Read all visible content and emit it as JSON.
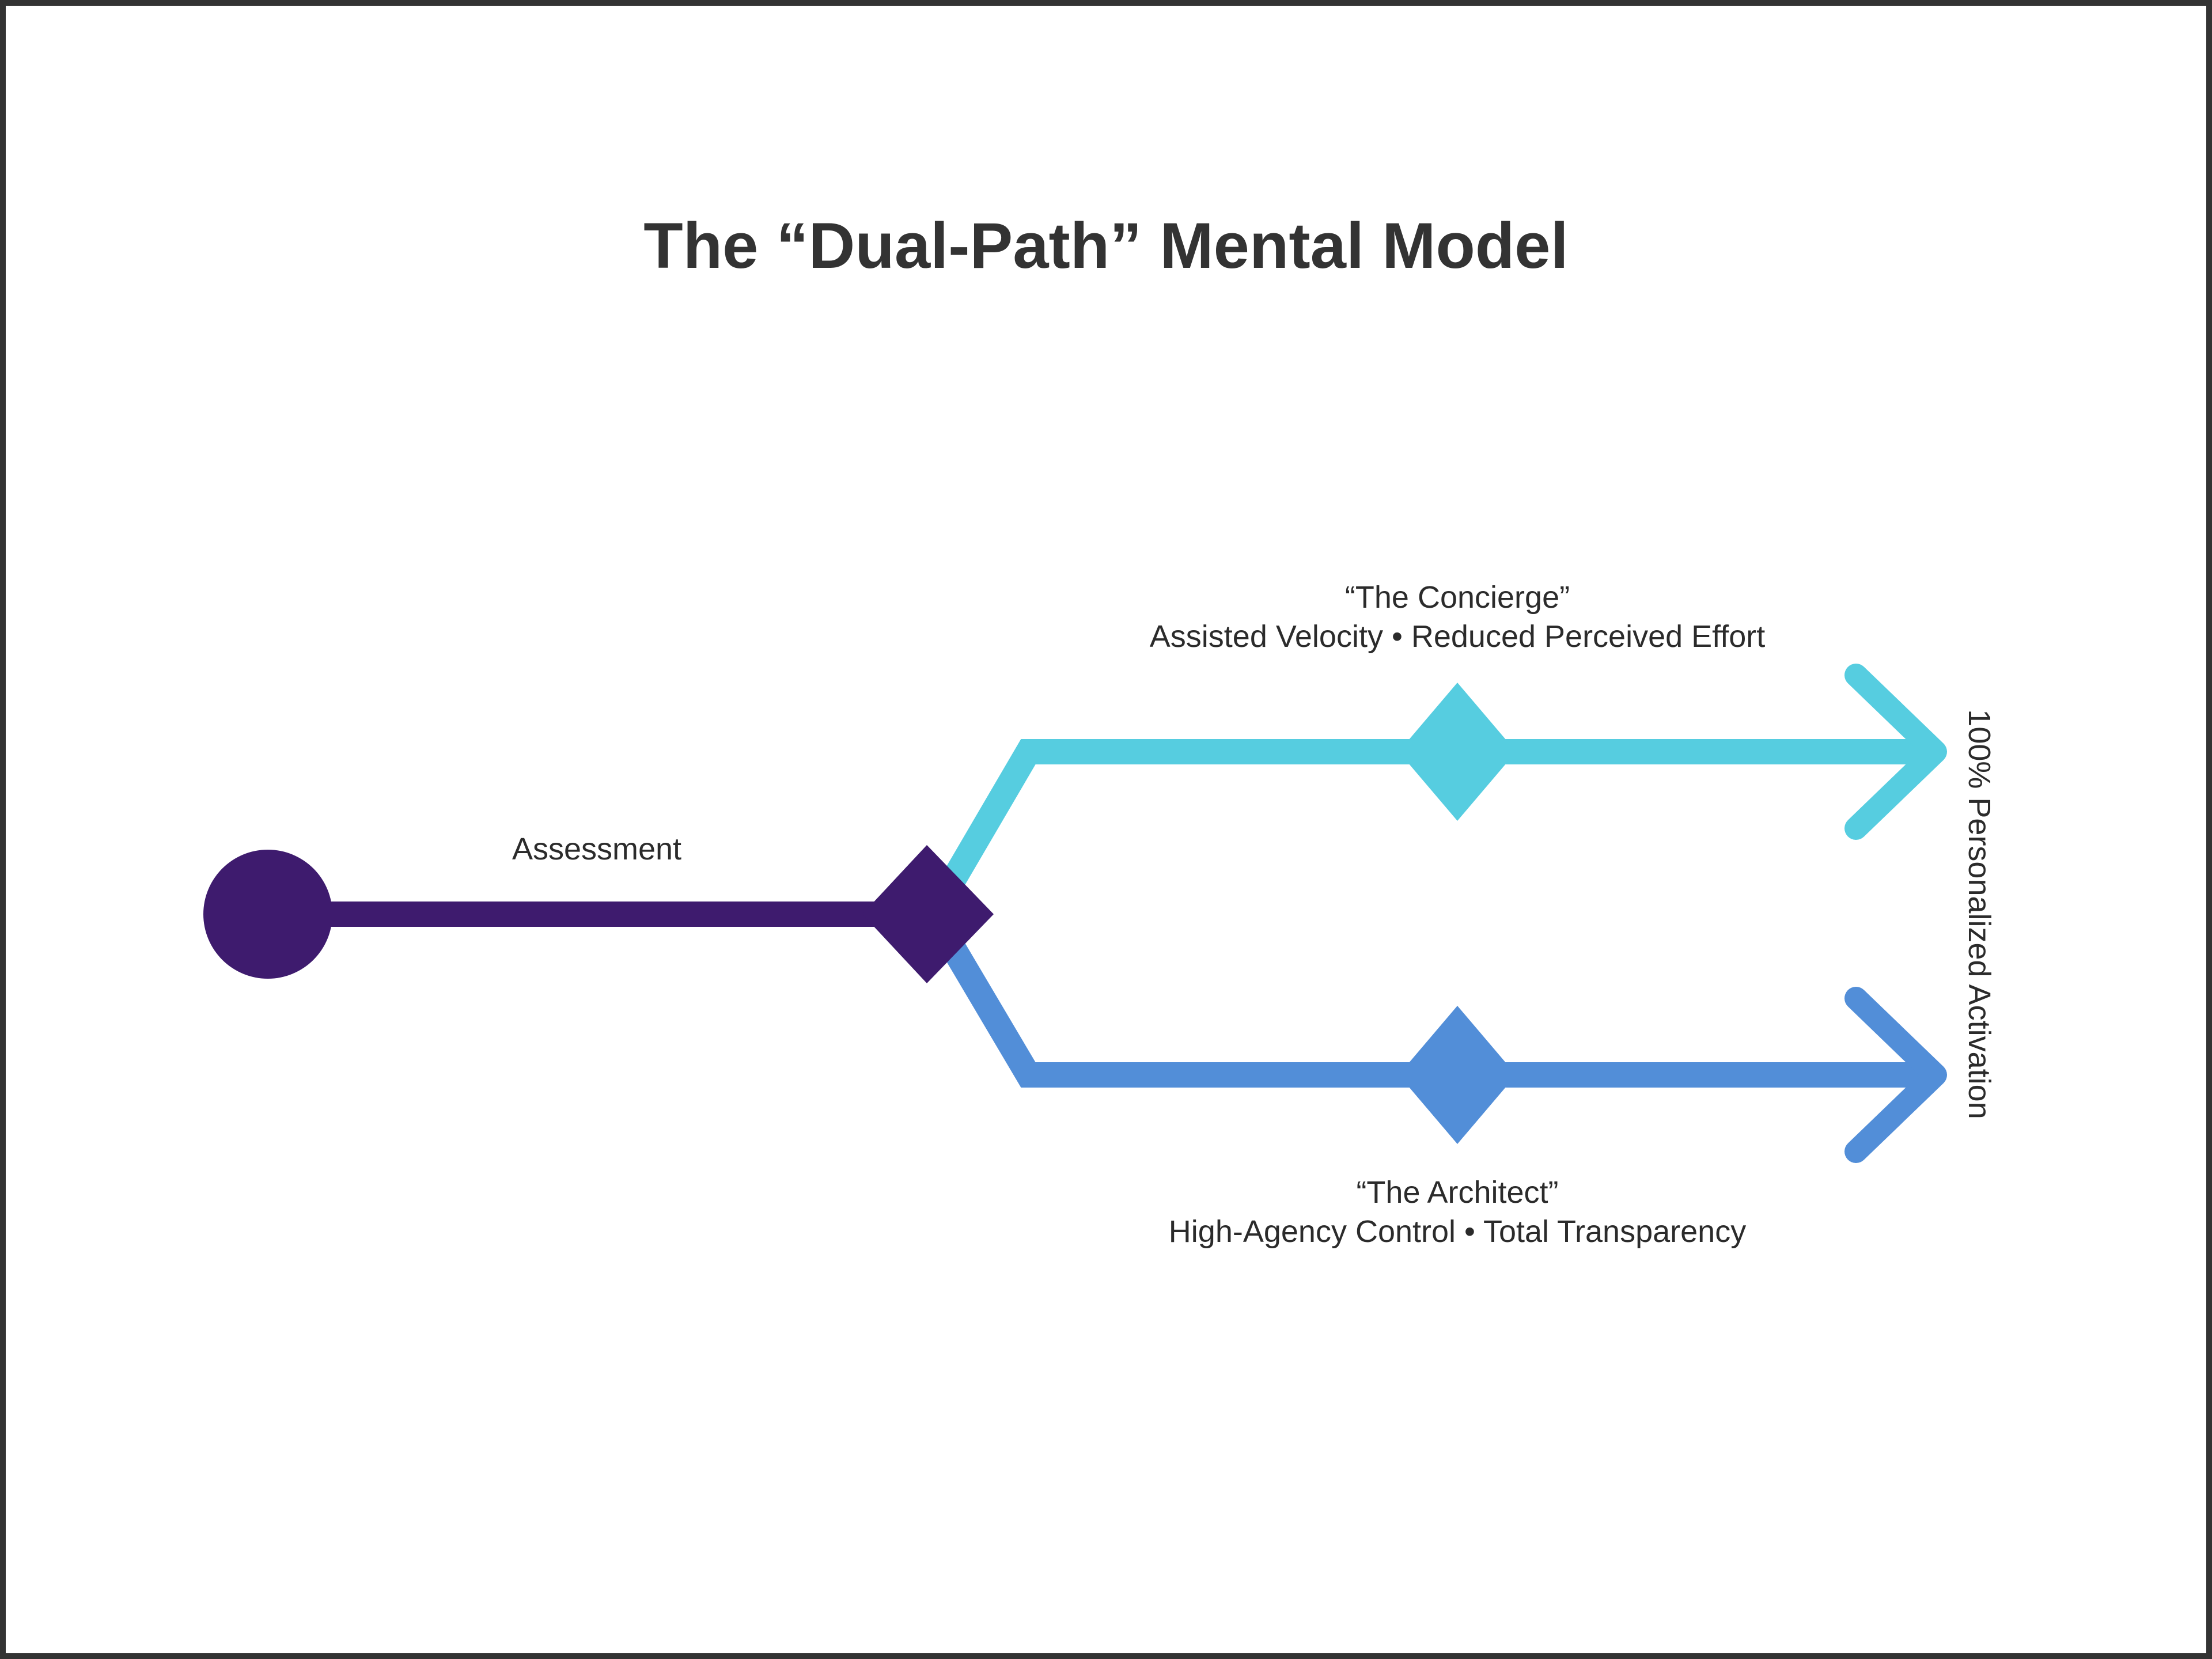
{
  "title": "The “Dual-Path” Mental Model",
  "colors": {
    "start": "#3e1b6e",
    "concierge": "#56cde0",
    "architect": "#528ed8",
    "text": "#333333",
    "border": "#333333"
  },
  "nodes": {
    "start": {
      "label": "Assessment"
    },
    "split": {}
  },
  "paths": [
    {
      "id": "concierge",
      "name": "“The Concierge”",
      "description": "Assisted Velocity • Reduced Perceived Effort"
    },
    {
      "id": "architect",
      "name": "“The Architect”",
      "description": "High-Agency Control • Total Transparency"
    }
  ],
  "outcome": "100% Personalized Activation"
}
